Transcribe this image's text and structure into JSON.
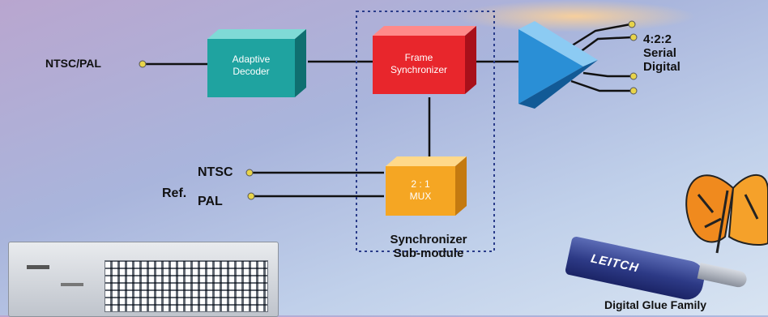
{
  "inputs": {
    "ntsc_pal": "NTSC/PAL"
  },
  "blocks": {
    "decoder": [
      "Adaptive",
      "Decoder"
    ],
    "frame_sync": [
      "Frame",
      "Synchronizer"
    ],
    "mux": [
      "2 : 1",
      "MUX"
    ]
  },
  "output": {
    "lines": [
      "4:2:2",
      "Serial",
      "Digital"
    ]
  },
  "reference": {
    "ref": "Ref.",
    "ntsc": "NTSC",
    "pal": "PAL"
  },
  "submodule": {
    "lines": [
      "Synchronizer",
      "Sub-module"
    ]
  },
  "product": {
    "brand": "LEITCH",
    "caption": "Digital Glue Family"
  },
  "colors": {
    "decoder": "#1fa3a0",
    "frame_sync": "#e8262c",
    "mux": "#f5a623",
    "amp": "#2a8fd6"
  }
}
